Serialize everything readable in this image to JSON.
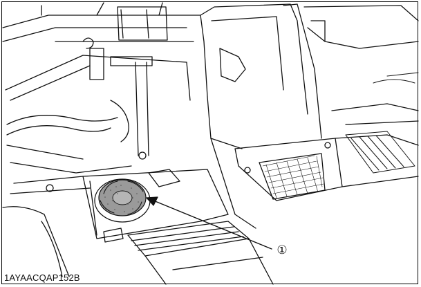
{
  "figure": {
    "code": "1AYAACQAP152B",
    "callouts": [
      {
        "label": "①",
        "target": "fuel-tank-cap"
      }
    ]
  },
  "colors": {
    "line": "#111111",
    "cap_fill": "#9a9a9a",
    "mesh": "#222222"
  }
}
